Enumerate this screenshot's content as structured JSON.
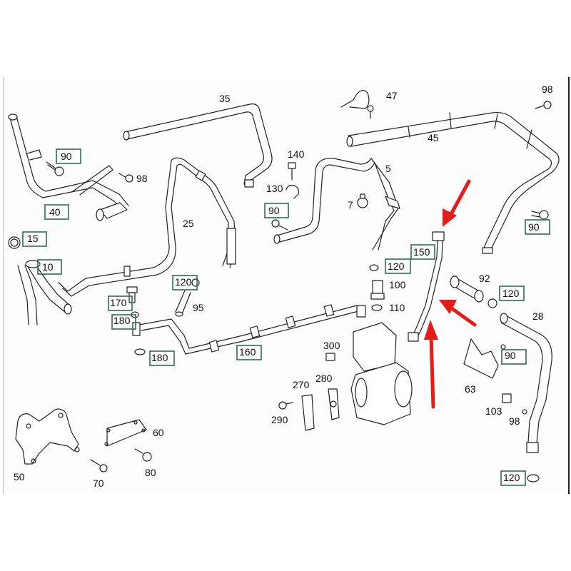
{
  "diagram": {
    "title": "Air compressor lines parts diagram",
    "colors": {
      "highlight_box": "#2f6b55",
      "arrow": "#e31c1c",
      "line": "#222222"
    },
    "labels": {
      "p35": "35",
      "p47": "47",
      "p98a": "98",
      "p45": "45",
      "p90a": "90",
      "p98b": "98",
      "p140": "140",
      "p5": "5",
      "p130": "130",
      "p40": "40",
      "p25": "25",
      "p7": "7",
      "p90b": "90",
      "p90c": "90",
      "p15": "15",
      "p150": "150",
      "p10": "10",
      "p120a": "120",
      "p92": "92",
      "p120b": "120",
      "p100": "100",
      "p170": "170",
      "p120c": "120",
      "p95": "95",
      "p110": "110",
      "p28": "28",
      "p180a": "180",
      "p300": "300",
      "p90d": "90",
      "p180b": "180",
      "p160": "160",
      "p270": "270",
      "p280": "280",
      "p63": "63",
      "p290": "290",
      "p103": "103",
      "p98c": "98",
      "p60": "60",
      "p50": "50",
      "p80": "80",
      "p70": "70",
      "p120d": "120"
    },
    "highlighted_parts": [
      "90",
      "40",
      "90",
      "15",
      "10",
      "120",
      "150",
      "120",
      "170",
      "120",
      "180",
      "180",
      "160",
      "90",
      "120",
      "90"
    ]
  }
}
